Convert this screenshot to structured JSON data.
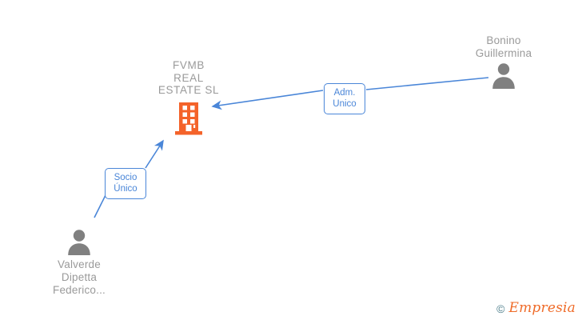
{
  "diagram": {
    "background_color": "#ffffff",
    "company": {
      "name": "FVMB\nREAL\nESTATE  SL",
      "icon": "office-building-icon",
      "icon_color": "#f4632a",
      "label_color": "#9a9a9a"
    },
    "people": [
      {
        "id": "bonino-guillermina",
        "name": "Bonino\nGuillermina",
        "icon": "person-avatar-icon",
        "icon_color": "#808080",
        "position": "top-right"
      },
      {
        "id": "valverde-dipetta-federico",
        "name": "Valverde\nDipetta\nFederico...",
        "icon": "person-avatar-icon",
        "icon_color": "#808080",
        "position": "bottom-left"
      }
    ],
    "relations": [
      {
        "id": "adm-unico",
        "label": "Adm.\nUnico",
        "from": "bonino-guillermina",
        "to": "company",
        "color": "#4a86d8"
      },
      {
        "id": "socio-unico",
        "label": "Socio\nÚnico",
        "from": "valverde-dipetta-federico",
        "to": "company",
        "color": "#4a86d8"
      }
    ],
    "edge_color": "#4a86d8"
  },
  "watermark": {
    "copyright": "©",
    "brand": "Empresia",
    "copyright_color": "#4c7d8a",
    "brand_color": "#ef6c2a"
  }
}
